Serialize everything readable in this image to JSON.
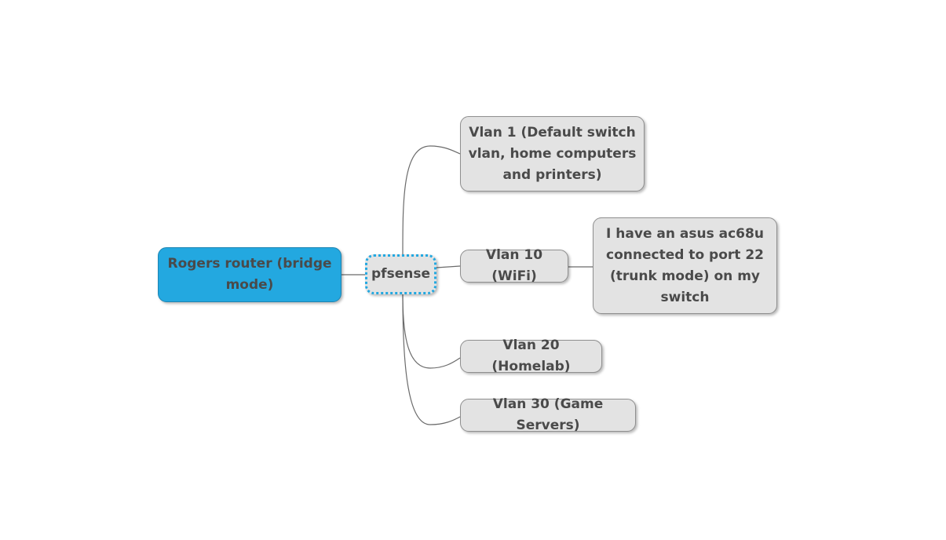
{
  "mindmap": {
    "root": {
      "label": "Rogers router (bridge mode)"
    },
    "center": {
      "label": "pfsense"
    },
    "branches": [
      {
        "label": "Vlan 1 (Default switch vlan, home computers and printers)"
      },
      {
        "label": "Vlan 10 (WiFi)",
        "child": {
          "label": "I have an asus ac68u connected to port 22 (trunk mode) on my switch"
        }
      },
      {
        "label": "Vlan 20 (Homelab)"
      },
      {
        "label": "Vlan 30 (Game Servers)"
      }
    ]
  },
  "colors": {
    "root_fill": "#23a8e0",
    "node_fill": "#e3e3e3",
    "center_border": "#23a8e0",
    "text": "#4a4a4a",
    "connector": "#6b6b6b"
  }
}
